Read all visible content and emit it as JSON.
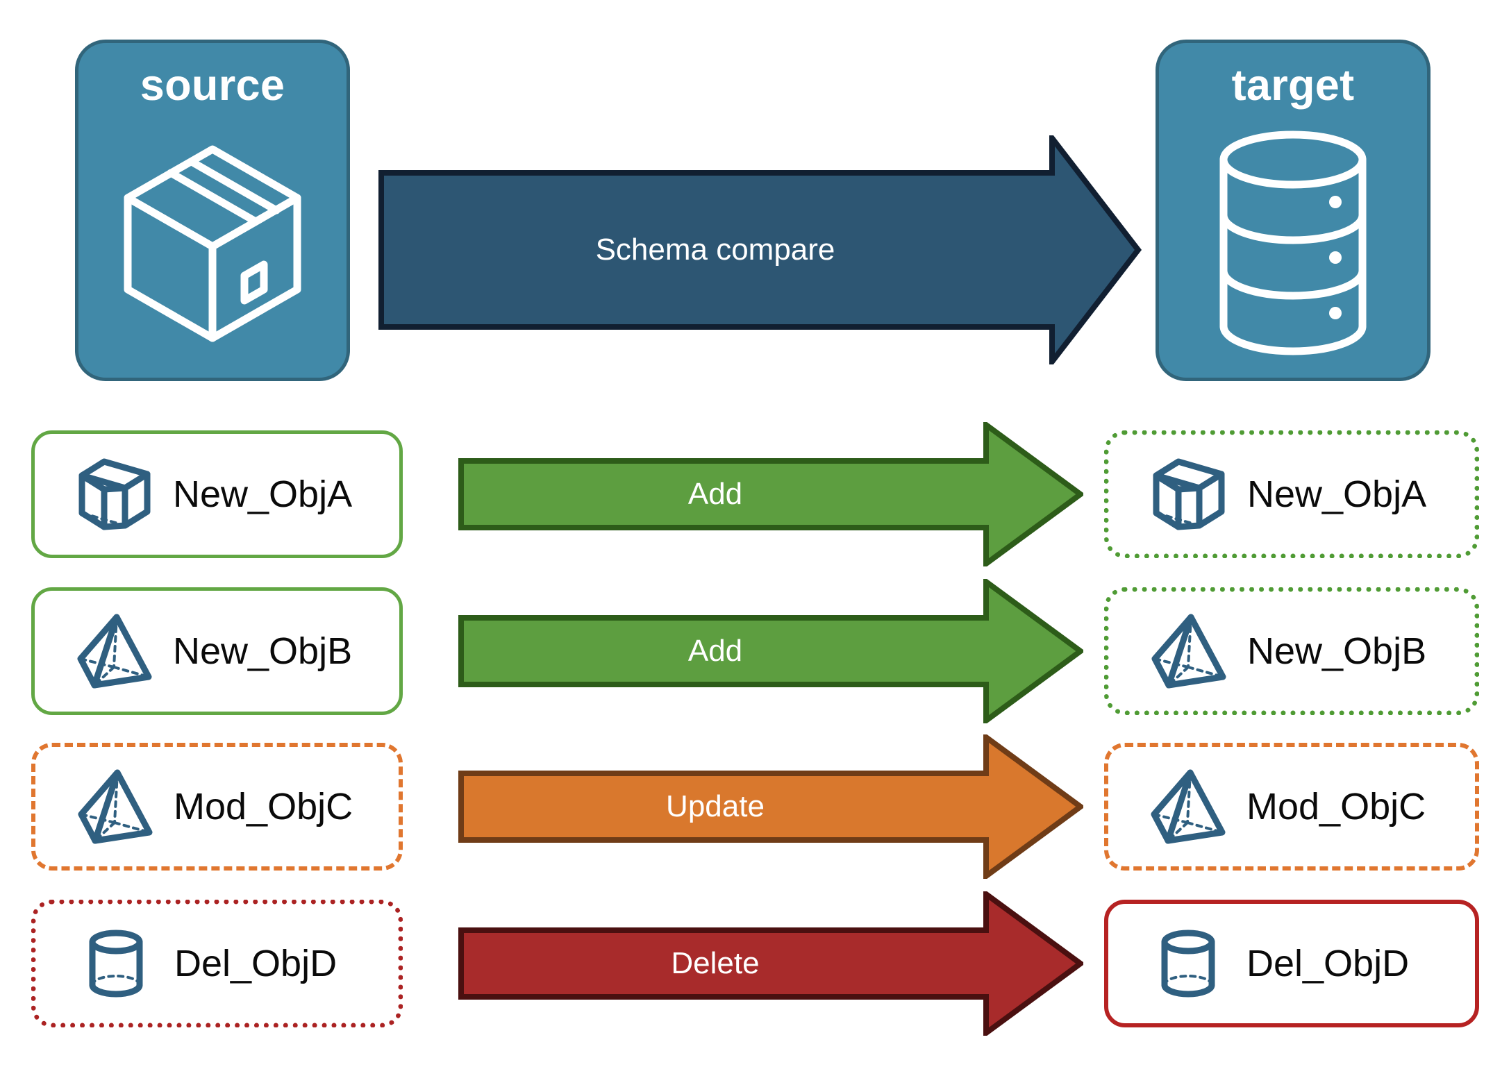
{
  "diagram": {
    "title": "Schema compare between source and target",
    "background": "#ffffff"
  },
  "endpoints": {
    "source": {
      "label": "source",
      "icon": "package-box-icon",
      "fill": "#4189a8",
      "stroke": "#31657b"
    },
    "target": {
      "label": "target",
      "icon": "database-cylinder-icon",
      "fill": "#4189a8",
      "stroke": "#31657b"
    }
  },
  "compare_arrow": {
    "label": "Schema compare",
    "fill": "#2d5673",
    "stroke": "#111f31",
    "direction": "right"
  },
  "legend_colors": {
    "add": "#62a744",
    "add_arrow_fill": "#5d9e40",
    "add_arrow_stroke": "#2d5c19",
    "update": "#e0762f",
    "update_arrow_fill": "#d9782d",
    "update_arrow_stroke": "#6f3c17",
    "delete": "#ab2222",
    "delete_arrow_fill": "#a82b2b",
    "delete_arrow_stroke": "#4a1010",
    "object_icon": "#2f5f80"
  },
  "rows": [
    {
      "action": "Add",
      "source": {
        "label": "New_ObjA",
        "icon": "wireframe-cube-icon",
        "border_style": "solid",
        "border_color": "#62a744"
      },
      "target": {
        "label": "New_ObjA",
        "icon": "wireframe-cube-icon",
        "border_style": "dotted",
        "border_color": "#4f9b34"
      },
      "arrow": {
        "label": "Add",
        "fill": "#5d9e40",
        "stroke": "#2d5c19"
      }
    },
    {
      "action": "Add",
      "source": {
        "label": "New_ObjB",
        "icon": "wireframe-pyramid-icon",
        "border_style": "solid",
        "border_color": "#62a744"
      },
      "target": {
        "label": "New_ObjB",
        "icon": "wireframe-pyramid-icon",
        "border_style": "dotted",
        "border_color": "#4f9b34"
      },
      "arrow": {
        "label": "Add",
        "fill": "#5d9e40",
        "stroke": "#2d5c19"
      }
    },
    {
      "action": "Update",
      "source": {
        "label": "Mod_ObjC",
        "icon": "wireframe-pyramid-icon",
        "border_style": "dashed",
        "border_color": "#e0762f"
      },
      "target": {
        "label": "Mod_ObjC",
        "icon": "wireframe-pyramid-icon",
        "border_style": "dashed",
        "border_color": "#e0762f"
      },
      "arrow": {
        "label": "Update",
        "fill": "#d9782d",
        "stroke": "#6f3c17"
      }
    },
    {
      "action": "Delete",
      "source": {
        "label": "Del_ObjD",
        "icon": "wireframe-cylinder-icon",
        "border_style": "dotted",
        "border_color": "#ab2222"
      },
      "target": {
        "label": "Del_ObjD",
        "icon": "wireframe-cylinder-icon",
        "border_style": "solid",
        "border_color": "#b62222"
      },
      "arrow": {
        "label": "Delete",
        "fill": "#a82b2b",
        "stroke": "#4a1010"
      }
    }
  ]
}
